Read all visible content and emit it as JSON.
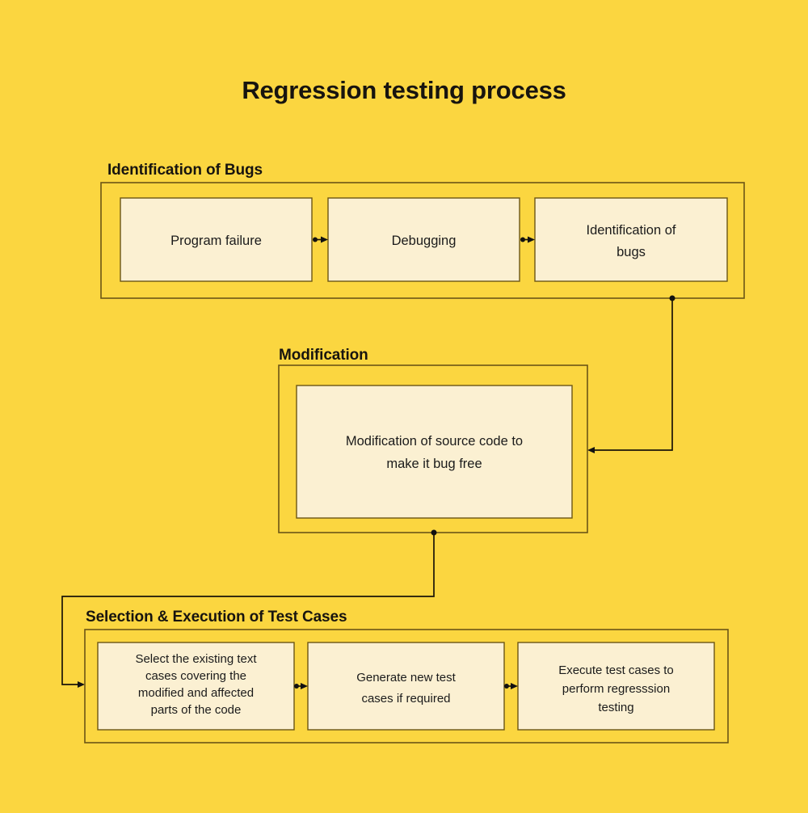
{
  "page": {
    "title": "Regression testing process",
    "background_color": "#FBD640",
    "box_fill_color": "#FBF0D2",
    "border_color": "#6b5516",
    "text_color": "#1b1b1b"
  },
  "sections": [
    {
      "id": "identification",
      "label": "Identification of Bugs",
      "nodes": [
        {
          "id": "program-failure",
          "line1": "Program failure",
          "line2": "",
          "line3": "",
          "line4": ""
        },
        {
          "id": "debugging",
          "line1": "Debugging",
          "line2": "",
          "line3": "",
          "line4": ""
        },
        {
          "id": "identification-of-bugs",
          "line1": "Identification of",
          "line2": "bugs",
          "line3": "",
          "line4": ""
        }
      ]
    },
    {
      "id": "modification",
      "label": "Modification",
      "nodes": [
        {
          "id": "modify-source-code",
          "line1": "Modification of source code to",
          "line2": "make it bug free",
          "line3": "",
          "line4": ""
        }
      ]
    },
    {
      "id": "selection-execution",
      "label": "Selection & Execution of Test Cases",
      "nodes": [
        {
          "id": "select-existing-cases",
          "line1": "Select the existing text",
          "line2": "cases covering the",
          "line3": "modified and affected",
          "line4": "parts of the code"
        },
        {
          "id": "generate-new-cases",
          "line1": "Generate new test",
          "line2": "cases if required",
          "line3": "",
          "line4": ""
        },
        {
          "id": "execute-test-cases",
          "line1": "Execute test cases to",
          "line2": "perform regresssion",
          "line3": "testing",
          "line4": ""
        }
      ]
    }
  ],
  "connectors": [
    {
      "id": "program-failure-to-debugging",
      "kind": "arrow-right"
    },
    {
      "id": "debugging-to-identification",
      "kind": "arrow-right"
    },
    {
      "id": "identification-group-to-modification-group",
      "kind": "elbow-arrow-left"
    },
    {
      "id": "modification-group-to-selection-group",
      "kind": "elbow-arrow-right"
    },
    {
      "id": "select-to-generate",
      "kind": "arrow-right"
    },
    {
      "id": "generate-to-execute",
      "kind": "arrow-right"
    }
  ]
}
